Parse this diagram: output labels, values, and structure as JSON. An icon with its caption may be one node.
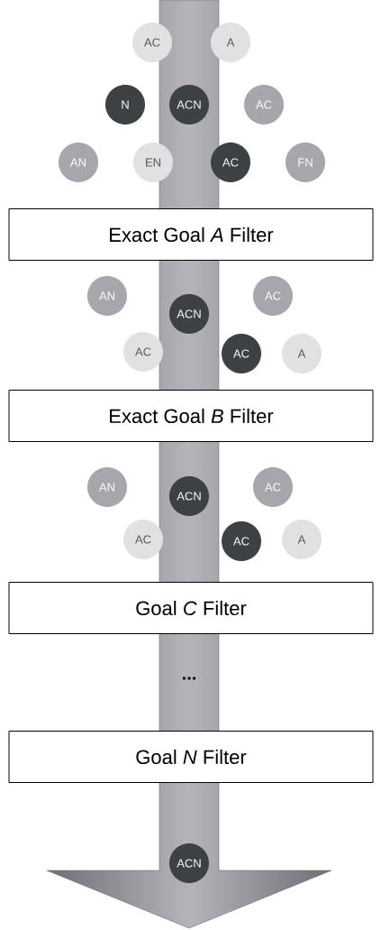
{
  "diagram": {
    "nodes": [
      {
        "text": [
          "AC"
        ]
      },
      {
        "text": [
          "A"
        ]
      },
      {
        "text": [
          "N"
        ]
      },
      {
        "text": [
          "ACN"
        ]
      },
      {
        "text": [
          "AC"
        ]
      },
      {
        "text": [
          "AN"
        ]
      },
      {
        "text": [
          "EN"
        ]
      },
      {
        "text": [
          "AC"
        ]
      },
      {
        "text": [
          "FN"
        ]
      },
      {
        "text": [
          "Exact Goal *A* Filter"
        ]
      },
      {
        "text": [
          "AN"
        ]
      },
      {
        "text": [
          "ACN"
        ]
      },
      {
        "text": [
          "AC"
        ]
      },
      {
        "text": [
          "AC"
        ]
      },
      {
        "text": [
          "AC"
        ]
      },
      {
        "text": [
          "A"
        ]
      },
      {
        "text": [
          "Exact Goal *B* Filter"
        ]
      },
      {
        "text": [
          "AN"
        ]
      },
      {
        "text": [
          "ACN"
        ]
      },
      {
        "text": [
          "AC"
        ]
      },
      {
        "text": [
          "AC"
        ]
      },
      {
        "text": [
          "AC"
        ]
      },
      {
        "text": [
          "A"
        ]
      },
      {
        "text": [
          "Goal *C* Filter"
        ]
      },
      {
        "text": [
          "Goal *N* Filter"
        ]
      },
      {
        "text": [
          "ACN"
        ]
      }
    ],
    "labels": [
      "..."
    ]
  }
}
